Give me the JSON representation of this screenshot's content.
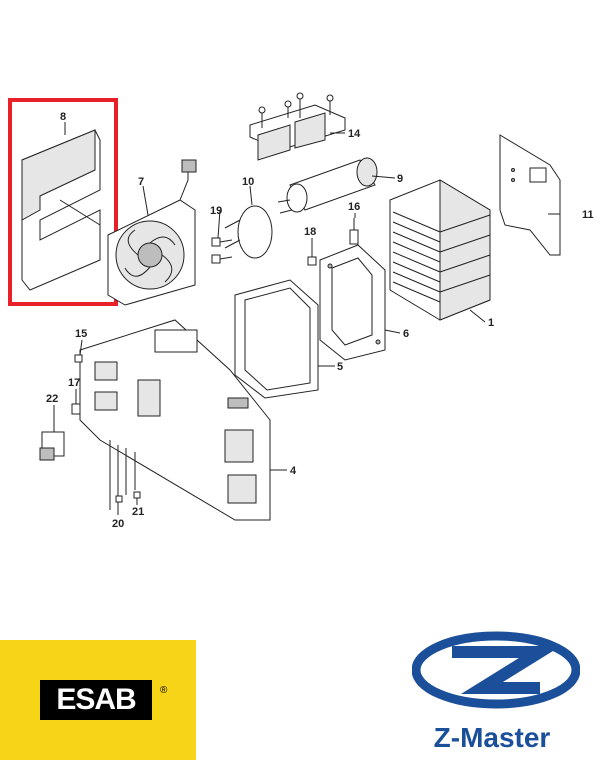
{
  "callouts": {
    "c1": "1",
    "c4": "4",
    "c5": "5",
    "c6": "6",
    "c7": "7",
    "c8": "8",
    "c9": "9",
    "c10": "10",
    "c11": "11",
    "c14": "14",
    "c15": "15",
    "c16": "16",
    "c17": "17",
    "c18": "18",
    "c19": "19",
    "c20": "20",
    "c21": "21",
    "c22": "22"
  },
  "highlight": {
    "part": "8",
    "color": "#e8202a"
  },
  "logos": {
    "esab": {
      "text": "ESAB",
      "reg": "®",
      "bg_color": "#f7d417"
    },
    "zmaster": {
      "text": "Z-Master",
      "color": "#1b4f9a"
    }
  }
}
